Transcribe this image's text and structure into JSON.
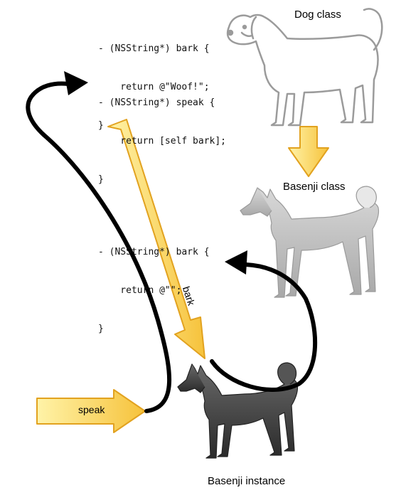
{
  "code": {
    "dog_bark": [
      "- (NSString*) bark {",
      "    return @\"Woof!\";",
      "}"
    ],
    "dog_speak": [
      "- (NSString*) speak {",
      "    return [self bark];",
      "}"
    ],
    "basenji_bark": [
      "- (NSString*) bark {",
      "    return @\"\";",
      "}"
    ]
  },
  "labels": {
    "dog_class": "Dog class",
    "basenji_class": "Basenji class",
    "basenji_instance": "Basenji instance",
    "bark_arrow": "bark",
    "speak_arrow": "speak"
  },
  "colors": {
    "arrow_fill_light": "#fff3a8",
    "arrow_fill_dark": "#f6c23b",
    "arrow_stroke": "#e2a21f",
    "curve": "#000000",
    "dog_outline": "#9b9b9b",
    "basenji_class_tone": "#b8b8b8",
    "basenji_instance_tone": "#3d3d3d"
  },
  "icons": [
    "dog-class-illustration",
    "basenji-class-illustration",
    "basenji-instance-illustration"
  ]
}
